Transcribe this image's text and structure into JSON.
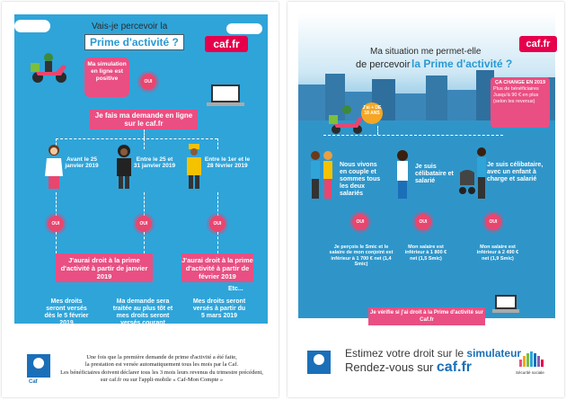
{
  "left": {
    "title_line1": "Vais-je percevoir la",
    "title_line2": "Prime d'activité ?",
    "logo": "caf.fr",
    "simulation": "Ma simulation en ligne est positive",
    "oui": "OUI",
    "demande": "Je fais ma demande en ligne sur le caf.fr",
    "cols": [
      {
        "date": "Avant le 25 janvier 2019"
      },
      {
        "date": "Entre le 25 et 31 janvier 2019"
      },
      {
        "date": "Entre le 1er et le 28 février 2019"
      }
    ],
    "droit_janvier": "J'aurai droit à la prime d'activité à partir de janvier 2019",
    "droit_fevrier": "J'aurai droit à la prime d'activité à partir de février 2019",
    "etc": "Etc...",
    "results": [
      "Mes droits seront versés dès le 5 février 2019",
      "Ma demande sera traitée au plus tôt et mes droits seront versés courant février",
      "Mes droits seront versés à partir du 5 mars 2019"
    ],
    "footer": [
      "Une fois que la première demande de prime d'activité a été faite,",
      "la prestation est versée automatiquement tous les mois par la Caf.",
      "Les bénéficiaires doivent déclarer tous les 3 mois leurs revenus du trimestre précédent,",
      "sur caf.fr ou sur l'appli-mobile « Caf-Mon Compte »"
    ],
    "caf_label": "Caf"
  },
  "right": {
    "title_line1": "Ma situation me permet-elle",
    "title_line2a": "de percevoir",
    "title_line2b": "la Prime d'activité ?",
    "logo": "caf.fr",
    "change_title": "ÇA CHANGE EN 2019",
    "change_items": [
      "Plus de bénéficiaires",
      "Jusqu'à 90 € en plus (selon les revenus)"
    ],
    "age": "J'ai + DE 18 ANS",
    "situations": [
      "Nous vivons en couple et sommes tous les deux salariés",
      "Je suis célibataire et salarié",
      "Je suis célibataire, avec un enfant à charge et salarié"
    ],
    "oui": "OUI",
    "salaires": [
      "Je perçois le Smic et le salaire de mon conjoint est inférieur à 1 700 € net (1,4 Smic)",
      "Mon salaire est inférieur à 1 800 € net (1,5 Smic)",
      "Mon salaire est inférieur à 2 490 € net (1,9 Smic)"
    ],
    "verif": "Je vérifie si j'ai droit à la Prime d'activité sur Caf.fr",
    "footer_line1a": "Estimez votre droit sur le",
    "footer_line1b": "simulateur",
    "footer_line2a": "Rendez-vous sur",
    "footer_line2b": "caf.fr",
    "secu": "Sécurité sociale"
  }
}
